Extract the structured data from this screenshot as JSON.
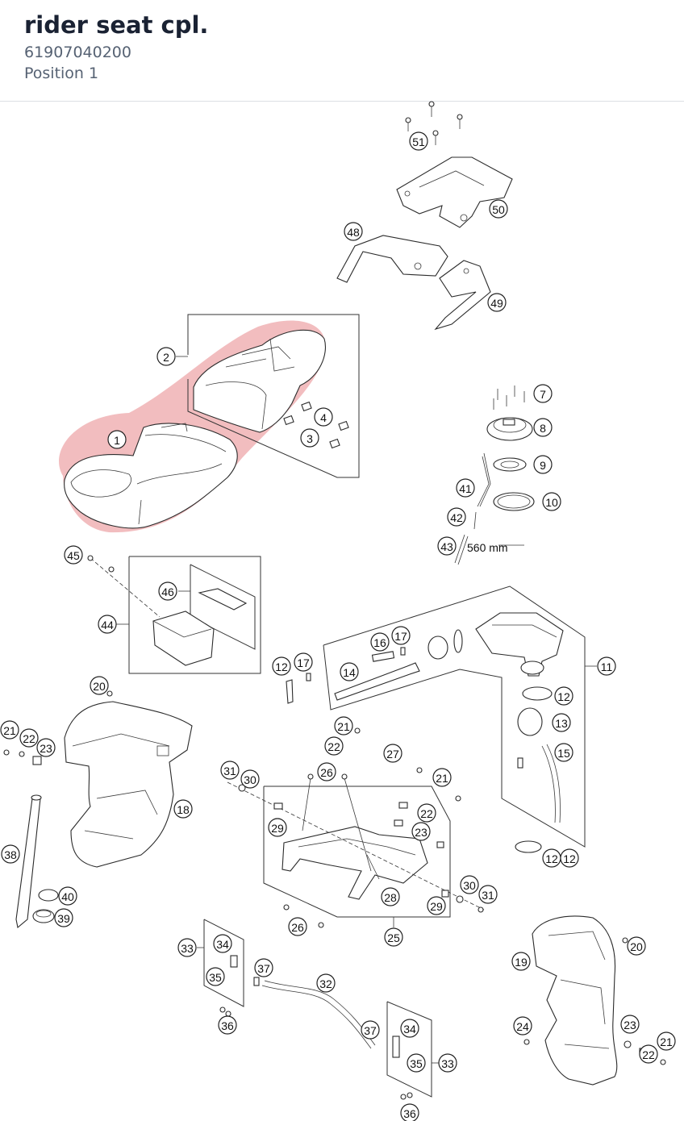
{
  "header": {
    "title": "rider seat cpl.",
    "part_number": "61907040200",
    "position": "Position 1"
  },
  "diagram": {
    "highlight_color": "#e8868b",
    "highlighted_part": "1",
    "dimension_note": "560 mm",
    "labels": [
      "1",
      "2",
      "3",
      "4",
      "7",
      "8",
      "9",
      "10",
      "11",
      "12",
      "12",
      "12",
      "12",
      "13",
      "14",
      "15",
      "16",
      "17",
      "17",
      "18",
      "19",
      "20",
      "20",
      "21",
      "21",
      "21",
      "21",
      "22",
      "22",
      "22",
      "22",
      "23",
      "23",
      "23",
      "24",
      "25",
      "26",
      "26",
      "27",
      "28",
      "29",
      "29",
      "30",
      "30",
      "31",
      "31",
      "32",
      "33",
      "33",
      "34",
      "34",
      "35",
      "35",
      "36",
      "36",
      "37",
      "37",
      "38",
      "39",
      "40",
      "41",
      "42",
      "43",
      "44",
      "45",
      "46",
      "48",
      "49",
      "50",
      "51"
    ]
  }
}
